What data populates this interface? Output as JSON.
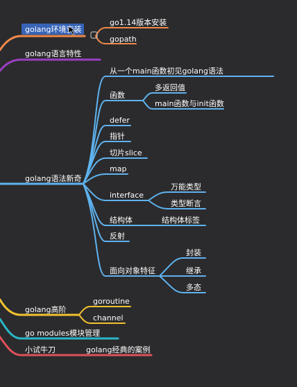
{
  "colors": {
    "background": "#2b2b2d",
    "orange": "#f08a4b",
    "purple": "#9b3fc4",
    "blue": "#5fb3f0",
    "yellow": "#f2c230",
    "teal": "#29b7c6",
    "red": "#e0505a",
    "selection": "#3a6fcf"
  },
  "icons": [
    "collapse-handle-icon",
    "cursor-icon"
  ],
  "topics": {
    "install": {
      "label": "golang环境安装",
      "children": [
        "go1.14版本安装",
        "gopath"
      ]
    },
    "features": {
      "label": "golang语言特性"
    },
    "syntax": {
      "label": "golang语法新奇",
      "children": {
        "first": "从一个main函数初见golang语法",
        "func": {
          "label": "函数",
          "children": [
            "多返回值",
            "main函数与init函数"
          ]
        },
        "defer": "defer",
        "pointer": "指针",
        "slice": "切片slice",
        "map": "map",
        "interface": {
          "label": "interface",
          "children": [
            "万能类型",
            "类型断言"
          ]
        },
        "struct": {
          "label": "结构体",
          "children": [
            "结构体标签"
          ]
        },
        "reflect": "反射",
        "oop": {
          "label": "面向对象特征",
          "children": [
            "封装",
            "继承",
            "多态"
          ]
        }
      }
    },
    "advanced": {
      "label": "golang高阶",
      "children": [
        "goroutine",
        "channel"
      ]
    },
    "modules": {
      "label": "go modules模块管理"
    },
    "practice": {
      "label": "小试牛刀",
      "children": [
        "golang经典的案例"
      ]
    }
  }
}
